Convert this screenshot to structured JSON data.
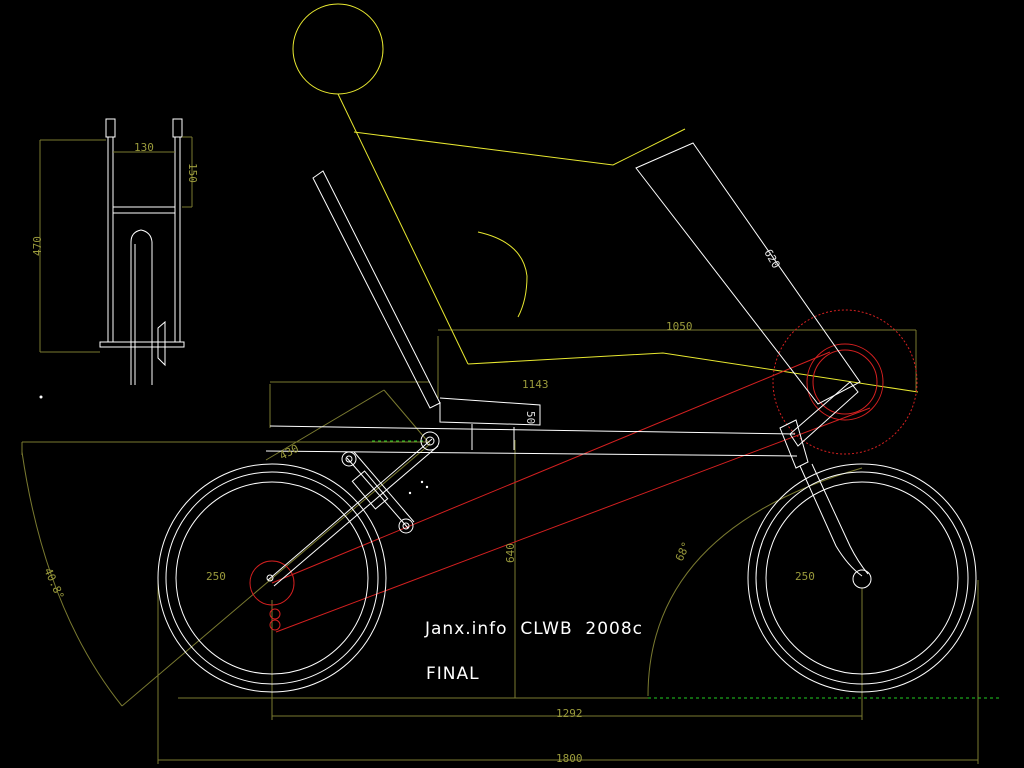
{
  "drawing": {
    "title": "Janx.info  CLWB  2008c",
    "status": "FINAL"
  },
  "dimensions": {
    "fork_width": "130",
    "fork_height": "150",
    "fork_total": "470",
    "boom_length": "620",
    "seat_length": "1050",
    "frame_length": "1143",
    "tube_small": "50",
    "front_boom": "430",
    "frame_height": "640",
    "front_angle": "40.8°",
    "rear_angle": "68°",
    "front_wheel_radius": "250",
    "rear_wheel_radius": "250",
    "wheelbase": "1292",
    "overall_length": "1800"
  },
  "colors": {
    "background": "#000000",
    "geometry": "#ffffff",
    "rider": "#e8e830",
    "chain": "#d42020",
    "dimension": "#7a7a30",
    "ground": "#22cc22"
  }
}
